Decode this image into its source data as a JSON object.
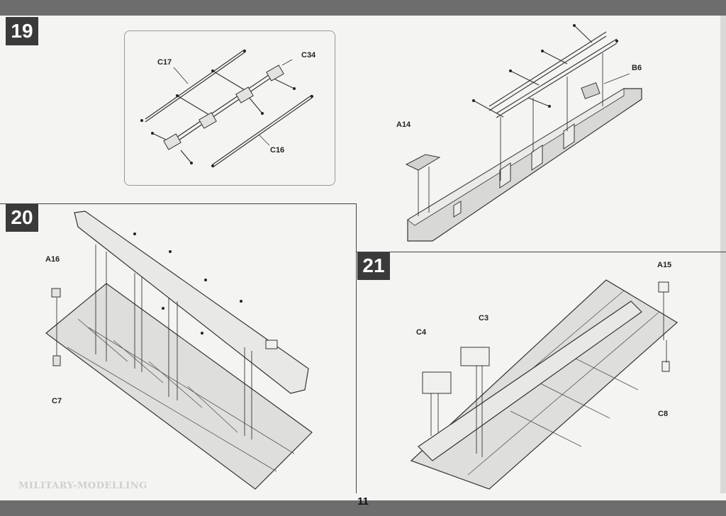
{
  "page": {
    "number": "11"
  },
  "steps": [
    {
      "number": "19",
      "labels": [
        "C17",
        "C34",
        "C16",
        "B6",
        "A14"
      ]
    },
    {
      "number": "20",
      "labels": [
        "A16",
        "C7"
      ]
    },
    {
      "number": "21",
      "labels": [
        "A15",
        "C3",
        "C4",
        "C8"
      ]
    }
  ],
  "watermark": "MILITARY-MODELLING"
}
